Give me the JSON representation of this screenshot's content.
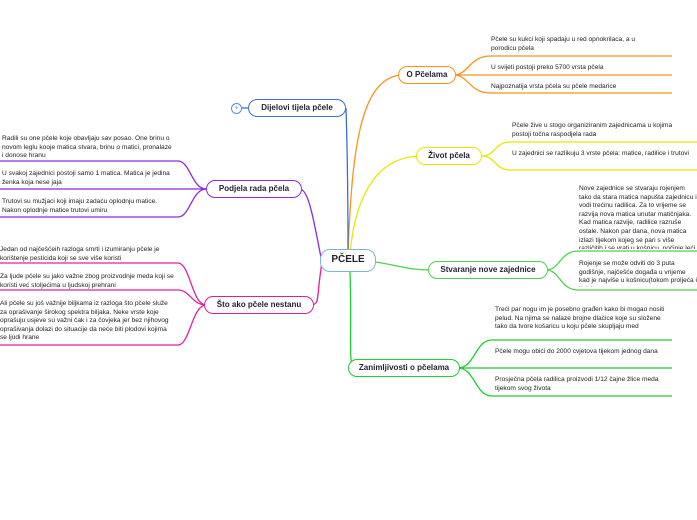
{
  "central": "PČELE",
  "branches": {
    "o_pcelama": {
      "title": "O Pčelama",
      "color": "#f7941d",
      "leaves": [
        "Pčele su kukci koji spadaju u red opnokrilaca, a u porodicu pčela",
        "U svijeti postoji preko 5700 vrsta pčela",
        "Najpoznatija vrsta pčela su pčele medarice"
      ]
    },
    "zivot_pcela": {
      "title": "Život pčela",
      "color": "#e8e800",
      "leaves": [
        "Pčele žive u stogo organiziranim zajednicama u kojima postoji točna raspodjela rada",
        "U zajednici se razlikuju 3 vrste pčela: matice, radilice i trutovi"
      ]
    },
    "stvaranje": {
      "title": "Stvaranje nove zajednice",
      "color": "#4fd14f",
      "leaves": [
        "Nove zajednice se stvaraju rojenjem tako da stara matica napušta zajednicu i vodi trećinu radilica. Za to vrijeme se razvija nova matica unutar matičnjaka. Kad matica razvije, radilice razruše ostale. Nakon par dana, nova matica izlazi tijekom kojeg se pari s više različitih i se vrati u košnicu, počinje leći jaja.",
        "Rojenje se može odviti do 3 puta godišnje, najčešće događa u vrijeme kad je najviše u košnicu(tokom proljeća i ljeta)"
      ]
    },
    "zanimljivosti": {
      "title": "Zanimljivosti o pčelama",
      "color": "#22cc33",
      "leaves": [
        "Treći par nogu im je posebno građen kako bi mogao nositi pelud. Na njima se nalaze brojne dlačice koje su složene tako da tvore košaricu u koju pčele skupljaju med",
        "Pčele mogu obići do 2000 cvjetova tijekom jednog dana",
        "Prosječna  pčela radilica proizvodi 1/12 čajne žlice meda tijekom svog života"
      ]
    },
    "dijelovi": {
      "title": "Dijelovi tijela pčele",
      "color": "#3b6fd4",
      "collapse_symbol": "+"
    },
    "podjela": {
      "title": "Podjela rada pčela",
      "color": "#8a2be2",
      "leaves": [
        "Radili su one pčele koje obavljaju sav posao. One brinu o novom leglu kooje matica stvara, brinu o matici, pronalaze i donose hranu",
        "U svakoj zajednici postoji samo 1 matica. Matica je jedina ženka koja nese jaja",
        "Trutovi su mužjaci koji imaju zadaću oplodnju matice. Nakon oplodnje matice trutovi umiru"
      ]
    },
    "sto_ako": {
      "title": "Što ako pčele nestanu",
      "color": "#e0209a",
      "leaves": [
        "Jedan od najčešćeih razloga smrti i izumiranju pčele je korištenje pesticida koji se sve više koristi",
        "Za ljude pčele su jako važne zbog proizvodnje meda koji se koristi već stoljećima u ljudskoj prehrani",
        "Ali pčele su još važnije biljkama iz razloga što pčele služe za oprašivanje širokog spektra biljaka. Neke vrste koje oprašuju usjeve su važni čak i za čovjeka jer bez njihovog oprašivanja dolazi do situacije da neće biti plodovi kojima se ljudi hrane"
      ]
    }
  }
}
